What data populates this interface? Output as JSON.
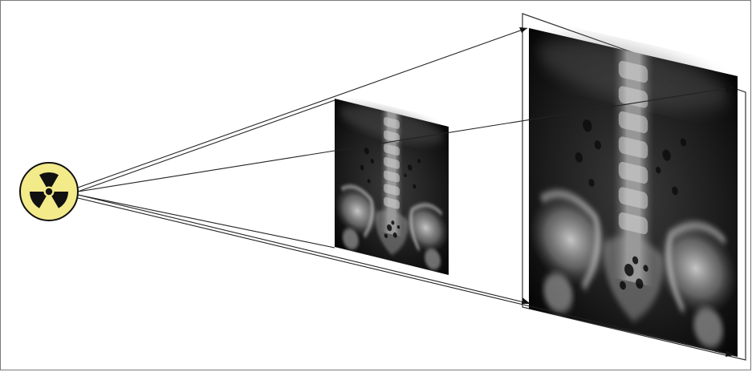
{
  "diagram": {
    "source": {
      "icon": "radiation-trefoil-icon",
      "fill_color": "#f3ea8a",
      "symbol_color": "#111111"
    },
    "panels": [
      {
        "name": "small-xray-projection",
        "content": "abdominal-xray"
      },
      {
        "name": "large-xray-projection",
        "content": "abdominal-xray"
      }
    ],
    "colors": {
      "beam_line": "#222222",
      "frame_border": "#7a7a7a",
      "panel_border": "#333333"
    }
  }
}
